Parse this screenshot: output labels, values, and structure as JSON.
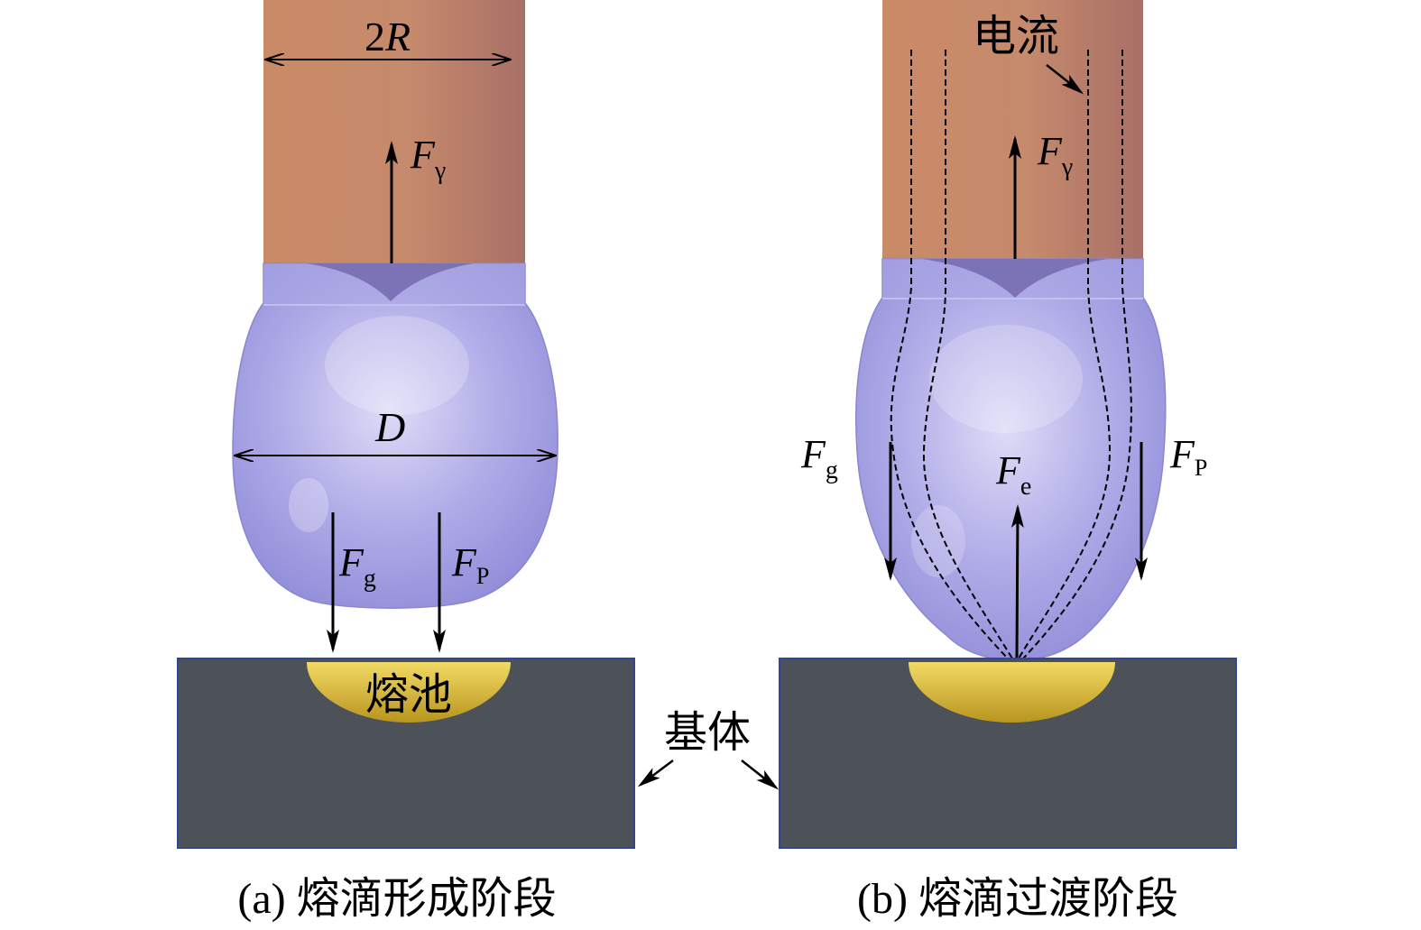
{
  "figure": {
    "panel_a": {
      "caption": "(a) 熔滴形成阶段",
      "electrode_width_label": {
        "coefficient": "2",
        "symbol": "R"
      },
      "droplet_diameter_label": "D",
      "surface_tension_force": {
        "symbol": "F",
        "subscript": "γ"
      },
      "gravity_force": {
        "symbol": "F",
        "subscript": "g"
      },
      "plasma_force": {
        "symbol": "F",
        "subscript": "P"
      },
      "molten_pool_label": "熔池"
    },
    "panel_b": {
      "caption": "(b) 熔滴过渡阶段",
      "current_label": "电流",
      "surface_tension_force": {
        "symbol": "F",
        "subscript": "γ"
      },
      "gravity_force": {
        "symbol": "F",
        "subscript": "g"
      },
      "plasma_force": {
        "symbol": "F",
        "subscript": "P"
      },
      "electromagnetic_force": {
        "symbol": "F",
        "subscript": "e"
      }
    },
    "substrate_label": "基体"
  },
  "colors": {
    "electrode_left": "#c98a66",
    "electrode_mid": "#c68a6c",
    "electrode_right": "#a86f67",
    "droplet_light": "#dedcf7",
    "droplet_mid": "#b0ace8",
    "droplet_edge": "#938ed9",
    "droplet_notch": "#7c72b6",
    "substrate": "#4c5258",
    "pool_light": "#f2da64",
    "pool_dark": "#b8951f"
  }
}
